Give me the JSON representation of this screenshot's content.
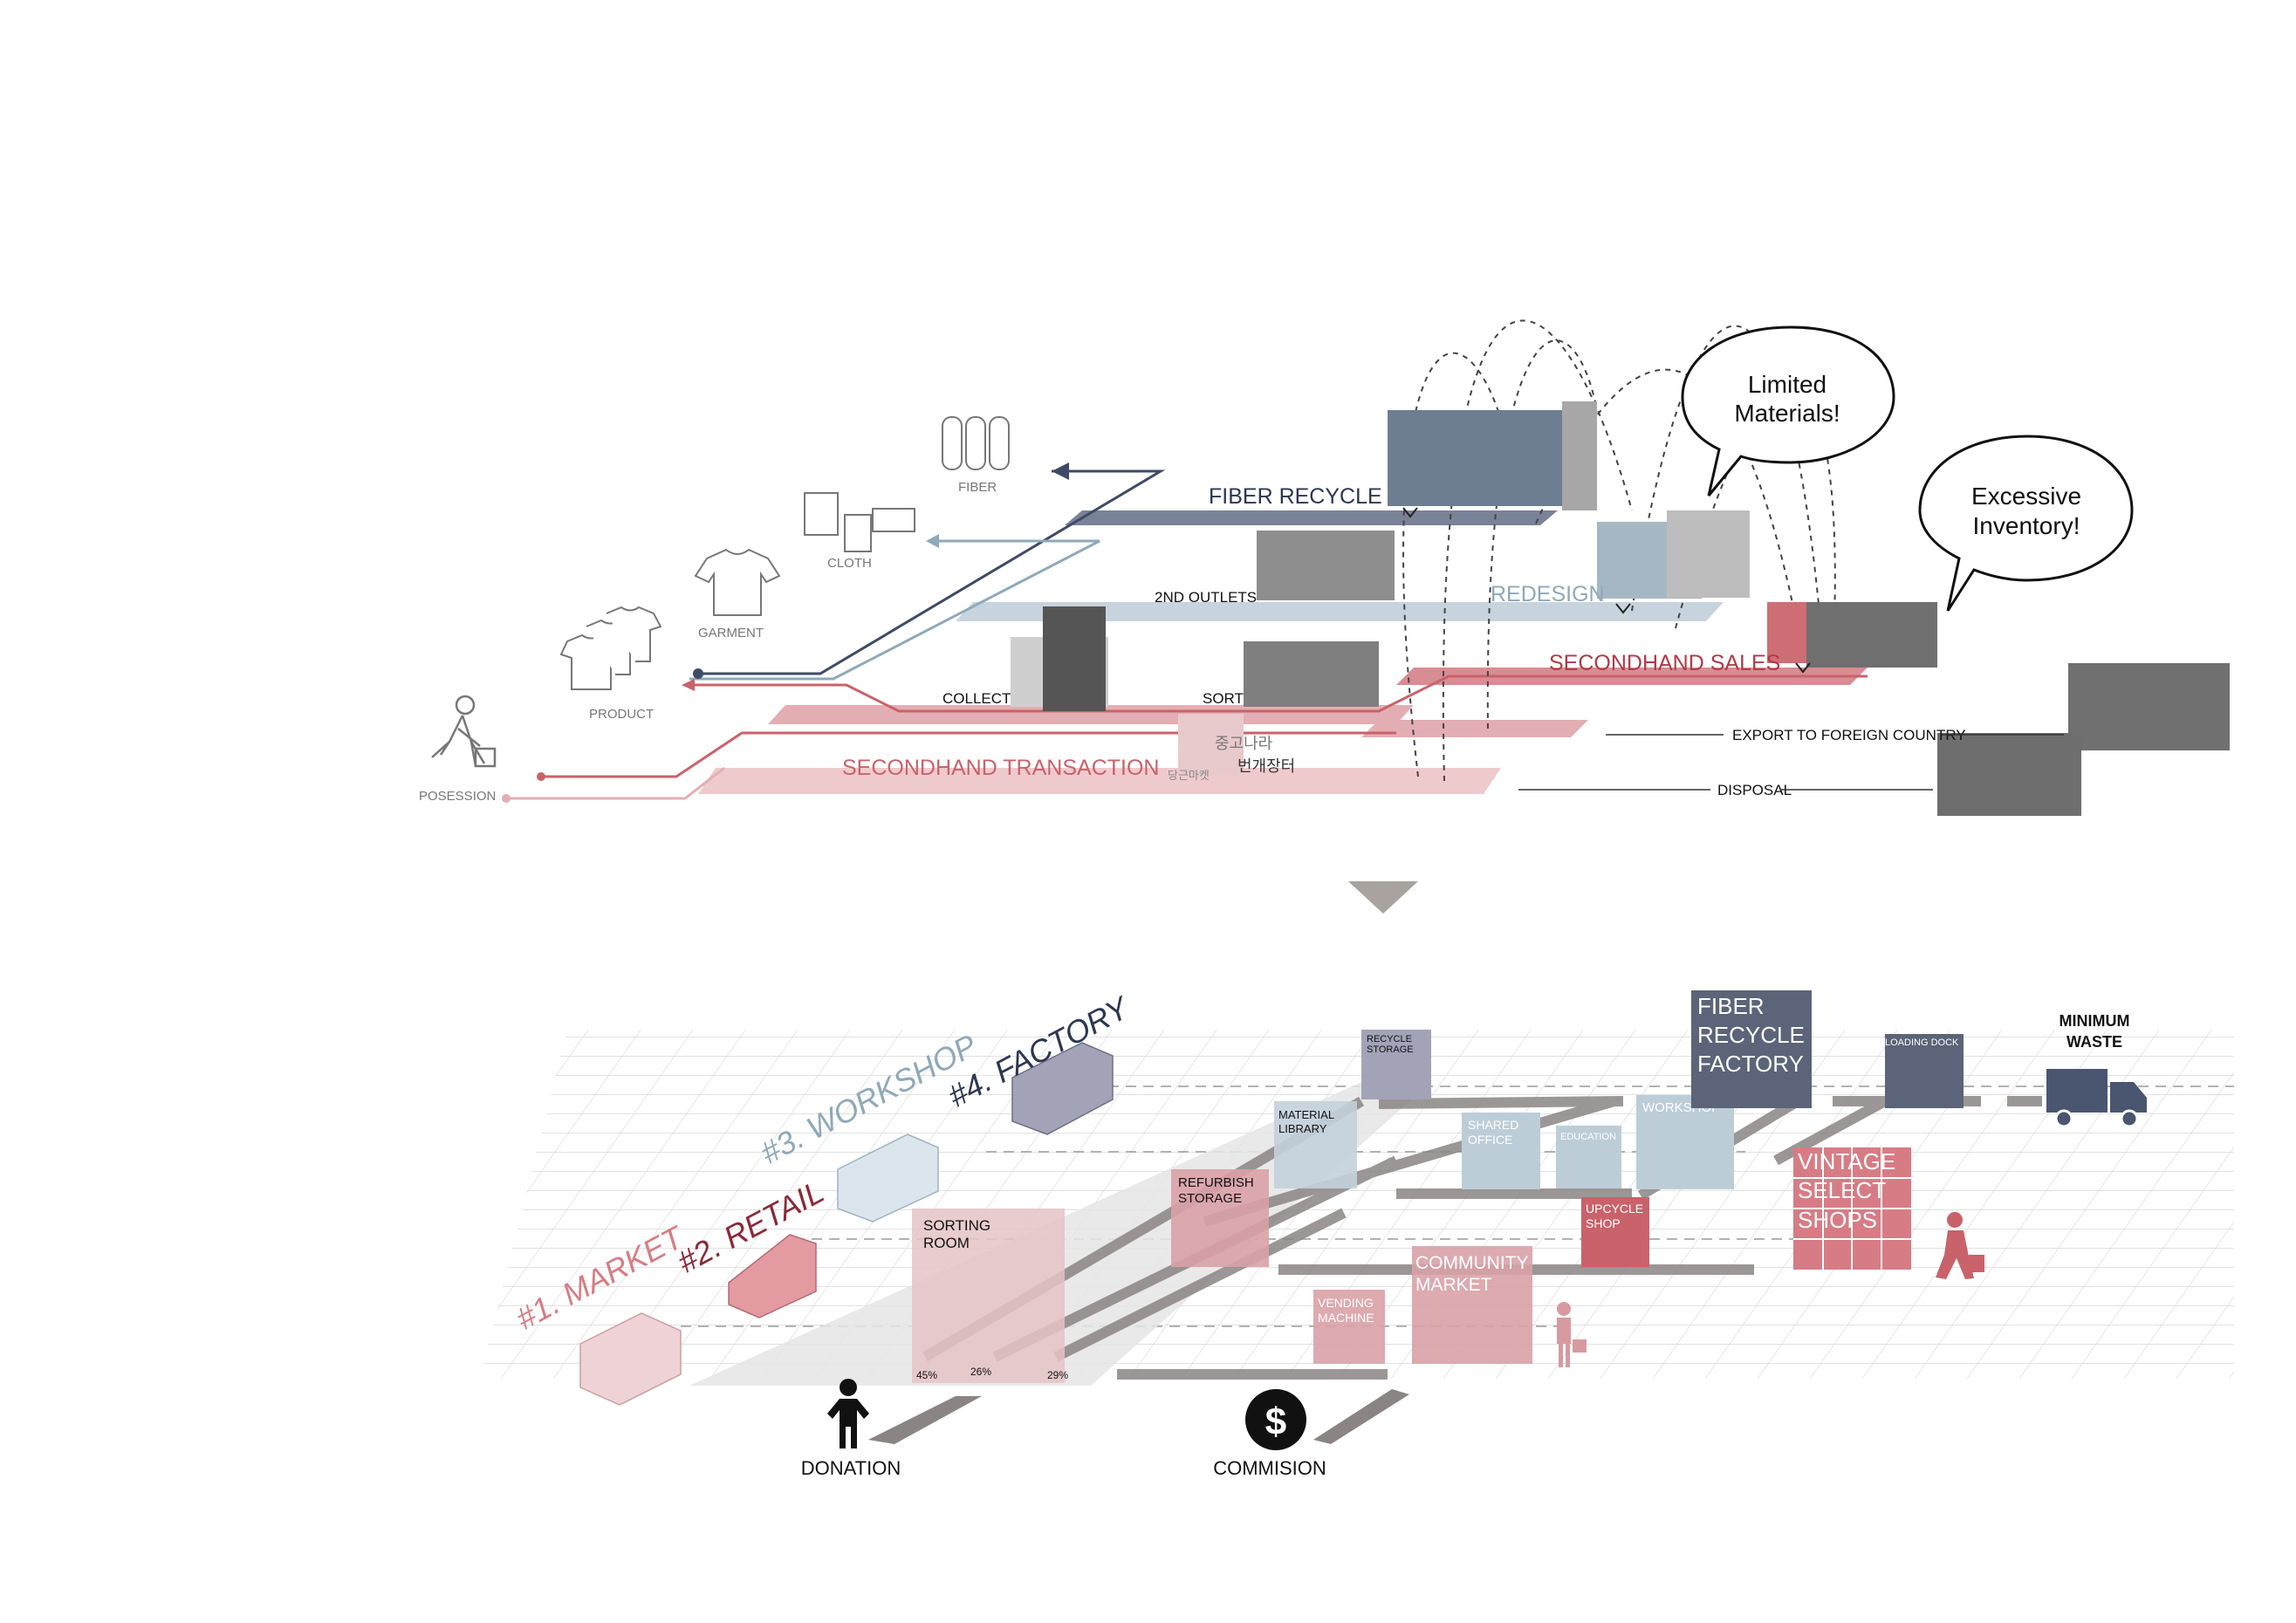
{
  "colors": {
    "fiber": "#4a5670",
    "redesign": "#8fa9b9",
    "sales": "#c9626a",
    "transaction": "#d79aa0",
    "photo": "#777777",
    "grid": "#d5d5d5"
  },
  "top": {
    "levels": {
      "fiber_recycle": "FIBER RECYCLE",
      "redesign": "REDESIGN",
      "secondhand_sales": "SECONDHAND SALES",
      "secondhand_transaction": "SECONDHAND TRANSACTION"
    },
    "lifecycle": {
      "fiber": "FIBER",
      "cloth": "CLOTH",
      "garment": "GARMENT",
      "product": "PRODUCT",
      "posession": "POSESSION"
    },
    "labels": {
      "outlets": "2ND OUTLETS",
      "collect": "COLLECT",
      "sort": "SORT",
      "export": "EXPORT TO FOREIGN COUNTRY",
      "disposal": "DISPOSAL"
    },
    "apps": {
      "joonggonara": "중고나라",
      "bungae": "번개장터",
      "daangn": "당근마켓"
    },
    "bubbles": {
      "limited_line1": "Limited",
      "limited_line2": "Materials!",
      "excessive_line1": "Excessive",
      "excessive_line2": "Inventory!"
    }
  },
  "bottom": {
    "typologies": {
      "market": "#1. MARKET",
      "retail": "#2. RETAIL",
      "workshop": "#3. WORKSHOP",
      "factory": "#4. FACTORY"
    },
    "rooms": {
      "sorting_line1": "SORTING",
      "sorting_line2": "ROOM",
      "refurbish_line1": "REFURBISH",
      "refurbish_line2": "STORAGE",
      "material_line1": "MATERIAL",
      "material_line2": "LIBRARY",
      "recycle_line1": "RECYCLE",
      "recycle_line2": "STORAGE",
      "shared_line1": "SHARED",
      "shared_line2": "OFFICE",
      "education": "EDUCATION",
      "workshop": "WORKSHOP",
      "upcycle_line1": "UPCYCLE",
      "upcycle_line2": "SHOP",
      "community_line1": "COMMUNITY",
      "community_line2": "MARKET",
      "vending_line1": "VENDING",
      "vending_line2": "MACHINE",
      "fiber_line1": "FIBER",
      "fiber_line2": "RECYCLE",
      "fiber_line3": "FACTORY",
      "loading": "LOADING DOCK",
      "vintage_line1": "VINTAGE",
      "vintage_line2": "SELECT",
      "vintage_line3": "SHOPS"
    },
    "percentages": [
      "45%",
      "26%",
      "29%"
    ],
    "minimum_line1": "MINIMUM",
    "minimum_line2": "WASTE",
    "donation": "DONATION",
    "commision": "COMMISION",
    "dollar": "$"
  }
}
